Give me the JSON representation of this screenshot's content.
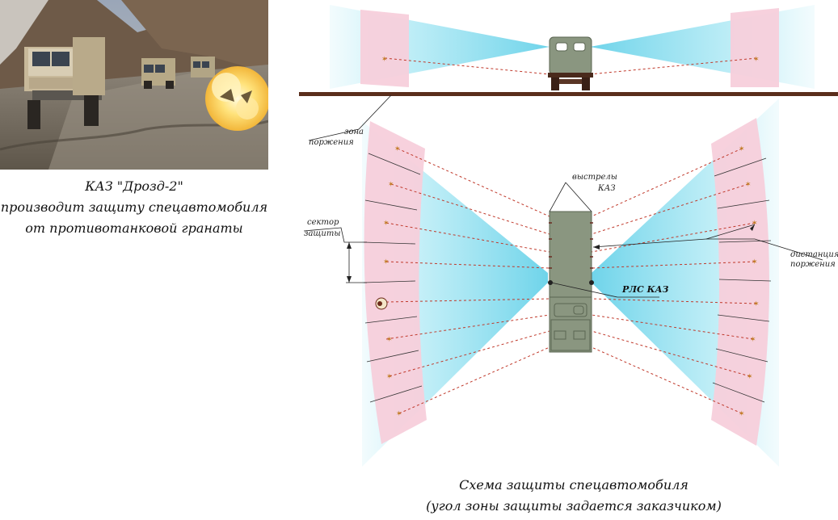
{
  "photo": {
    "caption_lines": [
      "КАЗ \"Дрозд-2\"",
      "производит защиту спецавтомобиля",
      "от противотанковой гранаты"
    ]
  },
  "diagram": {
    "labels": {
      "kill_zone": [
        "зона",
        "поржения"
      ],
      "kaz_shells": [
        "выстрелы",
        "КАЗ"
      ],
      "protection_sector": [
        "сектор",
        "защиты"
      ],
      "kill_distance": [
        "дистанция",
        "поржения"
      ],
      "radar": "РЛС КАЗ"
    },
    "colors": {
      "radar_cone": "#7fd8ec",
      "kill_zone": "#f6c8d6",
      "vehicle": "#8a9680",
      "ground": "#5a2e1c",
      "trajectory": "#c0392b"
    }
  },
  "caption": {
    "lines": [
      "Схема защиты спецавтомобиля",
      "(угол зоны защиты задается заказчиком)"
    ]
  }
}
